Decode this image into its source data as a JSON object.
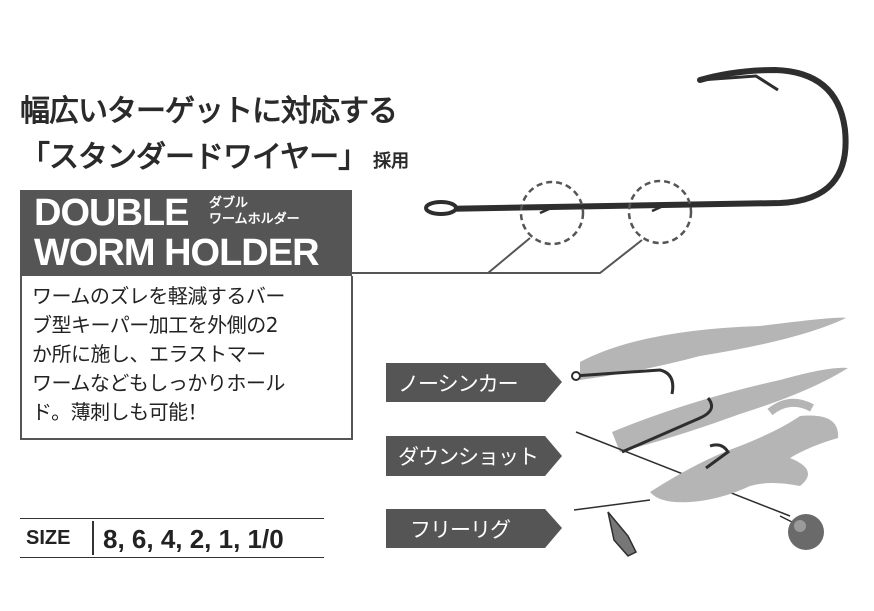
{
  "headline": {
    "line1": "幅広いターゲットに対応する",
    "line2": "「スタンダードワイヤー」",
    "line2_suffix": "採用"
  },
  "title": {
    "line1": "DOUBLE",
    "line2": "WORM HOLDER",
    "katakana1": "ダブル",
    "katakana2": "ワームホルダー"
  },
  "description": {
    "lines": [
      "ワームのズレを軽減するバー",
      "ブ型キーパー加工を外側の2",
      "か所に施し、エラストマー",
      "ワームなどもしっかりホール",
      "ド。薄刺しも可能！"
    ]
  },
  "size": {
    "label": "SIZE",
    "values": "8, 6, 4, 2, 1, 1/0"
  },
  "rigs": [
    {
      "label": "ノーシンカー"
    },
    {
      "label": "ダウンショット"
    },
    {
      "label": "フリーリグ"
    }
  ],
  "colors": {
    "dark_gray": "#555555",
    "worm_gray": "#b5b5b5",
    "text": "#222222"
  }
}
